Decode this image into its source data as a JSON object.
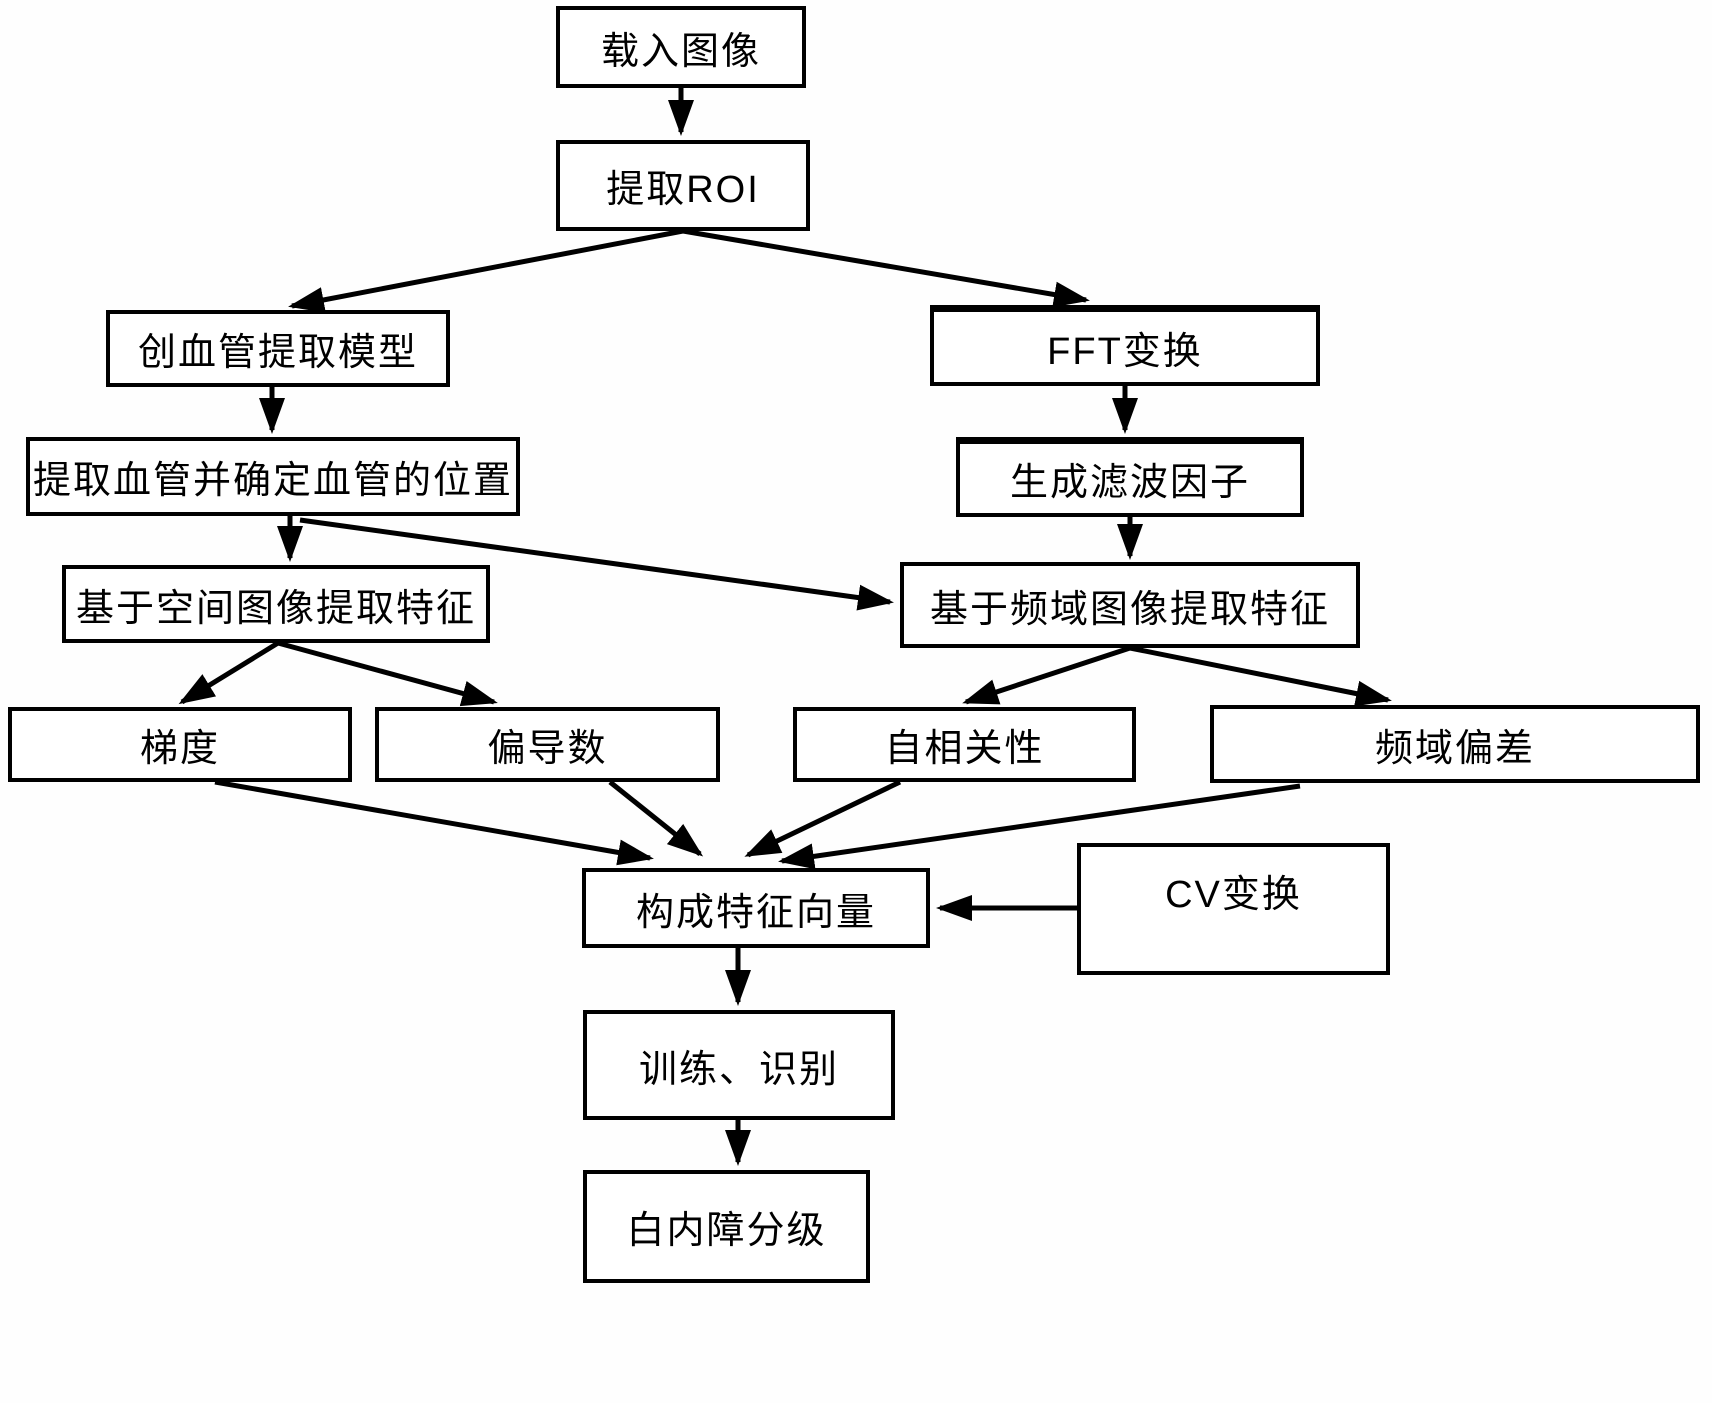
{
  "diagram": {
    "type": "flowchart",
    "language": "zh-CN",
    "colors": {
      "background": "#ffffff",
      "box_fill": "#ffffff",
      "box_border": "#000000",
      "arrow": "#000000",
      "text": "#000000"
    },
    "nodes": {
      "load_image": {
        "label": "载入图像"
      },
      "extract_roi": {
        "label": "提取ROI"
      },
      "vessel_model": {
        "label": "创血管提取模型"
      },
      "fft_transform": {
        "label": "FFT变换"
      },
      "extract_vessel_position": {
        "label": "提取血管并确定血管的位置"
      },
      "generate_filter_factor": {
        "label": "生成滤波因子"
      },
      "spatial_features": {
        "label": "基于空间图像提取特征"
      },
      "frequency_features": {
        "label": "基于频域图像提取特征"
      },
      "gradient": {
        "label": "梯度"
      },
      "partial_derivative": {
        "label": "偏导数"
      },
      "autocorrelation": {
        "label": "自相关性"
      },
      "frequency_deviation": {
        "label": "频域偏差"
      },
      "feature_vector": {
        "label": "构成特征向量"
      },
      "cv_transform": {
        "label": "CV变换"
      },
      "train_recognize": {
        "label": "训练、识别"
      },
      "cataract_grading": {
        "label": "白内障分级"
      }
    },
    "edges": [
      {
        "from": "load_image",
        "to": "extract_roi"
      },
      {
        "from": "extract_roi",
        "to": "vessel_model"
      },
      {
        "from": "extract_roi",
        "to": "fft_transform"
      },
      {
        "from": "vessel_model",
        "to": "extract_vessel_position"
      },
      {
        "from": "fft_transform",
        "to": "generate_filter_factor"
      },
      {
        "from": "extract_vessel_position",
        "to": "spatial_features"
      },
      {
        "from": "extract_vessel_position",
        "to": "frequency_features"
      },
      {
        "from": "generate_filter_factor",
        "to": "frequency_features"
      },
      {
        "from": "spatial_features",
        "to": "gradient"
      },
      {
        "from": "spatial_features",
        "to": "partial_derivative"
      },
      {
        "from": "frequency_features",
        "to": "autocorrelation"
      },
      {
        "from": "frequency_features",
        "to": "frequency_deviation"
      },
      {
        "from": "gradient",
        "to": "feature_vector"
      },
      {
        "from": "partial_derivative",
        "to": "feature_vector"
      },
      {
        "from": "autocorrelation",
        "to": "feature_vector"
      },
      {
        "from": "frequency_deviation",
        "to": "feature_vector"
      },
      {
        "from": "cv_transform",
        "to": "feature_vector"
      },
      {
        "from": "feature_vector",
        "to": "train_recognize"
      },
      {
        "from": "train_recognize",
        "to": "cataract_grading"
      }
    ]
  }
}
